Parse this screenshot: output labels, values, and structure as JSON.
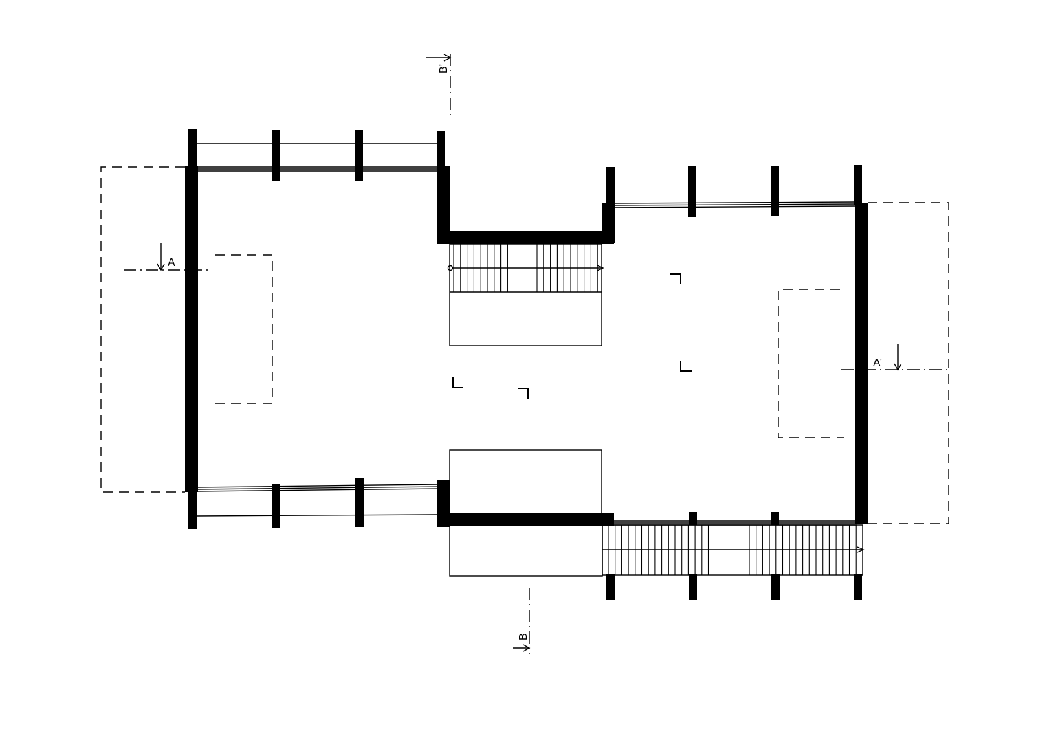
{
  "drawing": {
    "section_marks": {
      "a_left": "A",
      "a_right": "A’",
      "b_bottom": "B",
      "b_top": "B’"
    },
    "ink_color": "#000000",
    "paper_color": "#ffffff"
  }
}
